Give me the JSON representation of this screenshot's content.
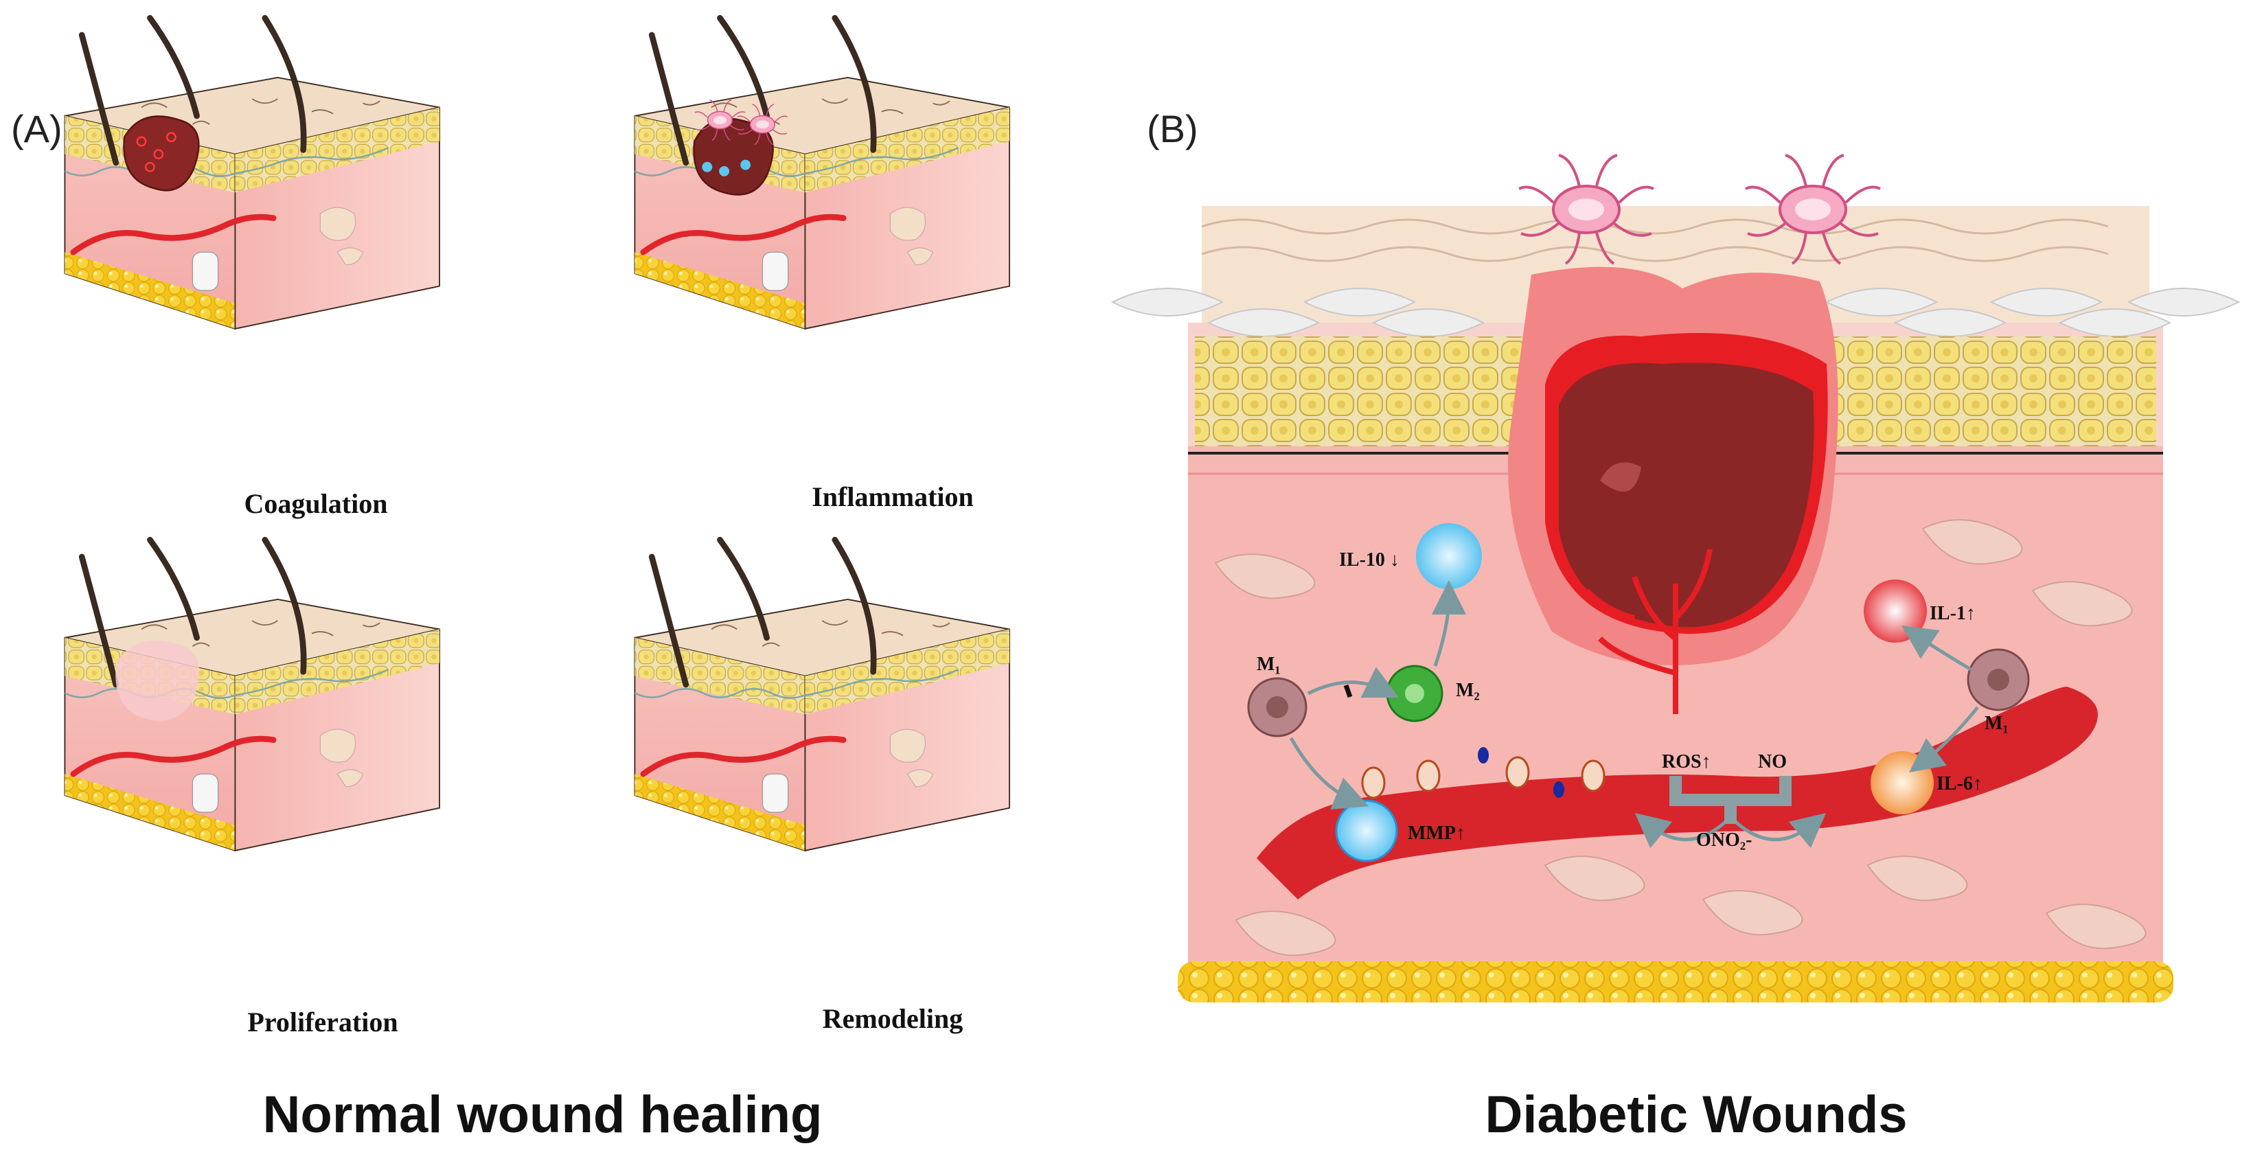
{
  "panels": {
    "a_label": "(A)",
    "b_label": "(B)"
  },
  "panel_a": {
    "stages": [
      "Coagulation",
      "Inflammation",
      "Proliferation",
      "Remodeling"
    ],
    "footer": "Normal wound healing"
  },
  "panel_b": {
    "footer": "Diabetic Wounds",
    "labels": {
      "il10": "IL-10 ↓",
      "m1_left": "M₁",
      "m2": "M₂",
      "mmp": "MMP↑",
      "ros": "ROS↑",
      "no": "NO",
      "ono2": "ONO₂-",
      "il1": "IL-1↑",
      "m1_right": "M₁",
      "il6": "IL-6↑"
    }
  },
  "colors": {
    "skin_top": "#f1dcc5",
    "fat_cells": "#f3e08a",
    "dermis": "#f6b7b3",
    "blood": "#d7252b",
    "wound_dark": "#8b2626",
    "fat_layer": "#f4c51c"
  }
}
